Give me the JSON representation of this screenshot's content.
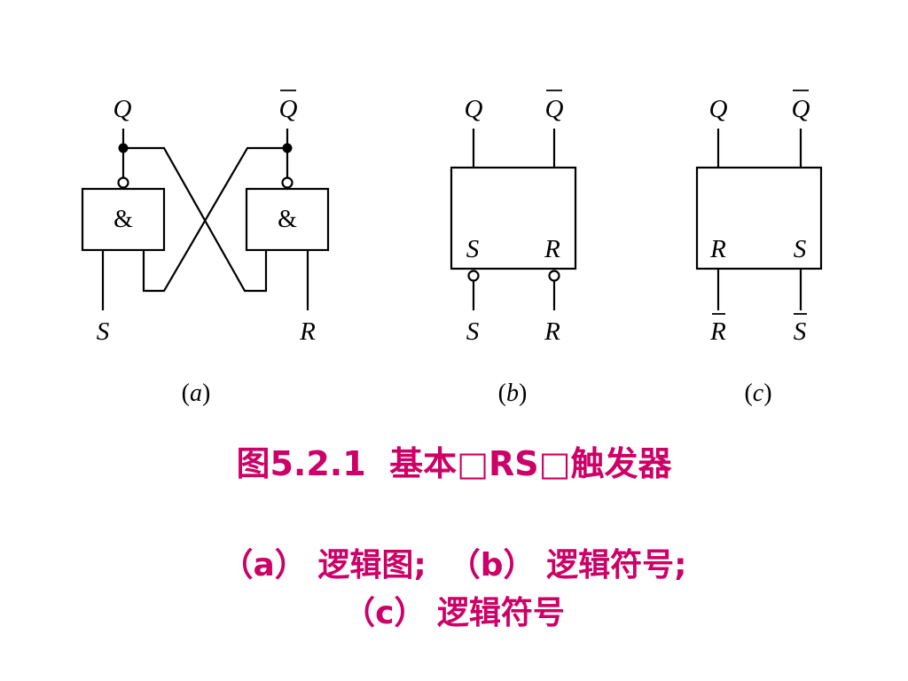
{
  "diagram": {
    "labels": {
      "q": "Q",
      "q_bar": "Q",
      "s": "S",
      "r": "R",
      "s_bar": "S",
      "r_bar": "R",
      "gate": "&"
    },
    "panels": [
      {
        "id": "a",
        "open": "(",
        "letter": "a",
        "close": ")"
      },
      {
        "id": "b",
        "open": "(",
        "letter": "b",
        "close": ")"
      },
      {
        "id": "c",
        "open": "(",
        "letter": "c",
        "close": ")"
      }
    ]
  },
  "caption": {
    "title": "图5.2.1  基本□RS□触发器",
    "line1": "（a） 逻辑图;  （b） 逻辑符号;",
    "line2": "（c） 逻辑符号"
  },
  "colors": {
    "caption": "#cc0066",
    "lines": "#000000",
    "background": "#ffffff"
  }
}
